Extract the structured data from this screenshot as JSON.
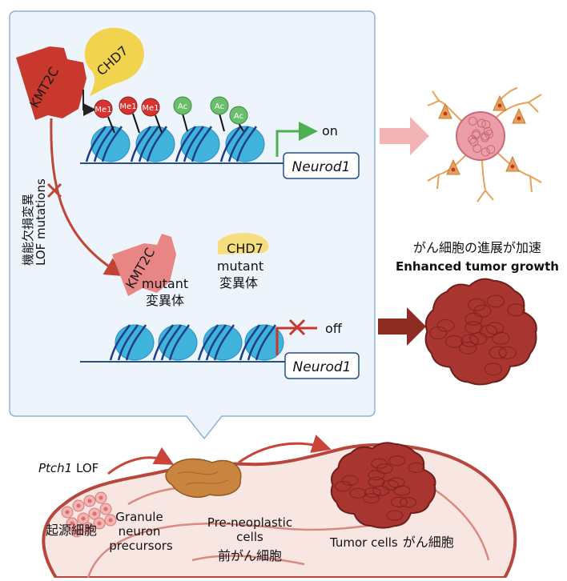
{
  "colors": {
    "panel_fill": "#eef4fb",
    "panel_stroke": "#8fb2d6",
    "kmt2c": "#c8382c",
    "kmt2c_mutant": "#e88585",
    "chd7": "#f2d34e",
    "chd7_mutant": "#f6dd7d",
    "me1": "#d9332f",
    "ac": "#6abf6a",
    "nucleosome": "#3fb3dc",
    "on_arrow": "#4caf50",
    "off_mark": "#c9362a",
    "tumor": "#a93530",
    "pink_arrow": "#f2b4b4",
    "dark_arrow": "#8e2b22",
    "brain_outline": "#b9463c",
    "brain_fill": "#f8e6e3"
  },
  "top": {
    "kmt2c_label": "KMT2C",
    "chd7_label": "CHD7",
    "me1_labels": [
      "Me1",
      "Me1",
      "Me1"
    ],
    "ac_labels": [
      "Ac",
      "Ac",
      "Ac"
    ],
    "on_label": "on",
    "gene_label": "Neurod1"
  },
  "lof": {
    "label_jp": "機能欠損変異",
    "label_en": "LOF mutations"
  },
  "bottom_panel": {
    "kmt2c_label": "KMT2C",
    "kmt2c_mutant_en": "mutant",
    "kmt2c_mutant_jp": "変異体",
    "chd7_label": "CHD7",
    "chd7_mutant_en": "mutant",
    "chd7_mutant_jp": "変異体",
    "off_label": "off",
    "gene_label": "Neurod1"
  },
  "outcome": {
    "enhanced_jp": "がん細胞の進展が加速",
    "enhanced_en": "Enhanced tumor growth"
  },
  "brain": {
    "ptch1_gene": "Ptch1",
    "ptch1_suffix": " LOF",
    "origin_jp": "起源細胞",
    "granule_line1": "Granule",
    "granule_line2": "neuron",
    "granule_line3": "precursors",
    "preneo_line1": "Pre-neoplastic",
    "preneo_line2": "cells",
    "preneo_jp": "前がん細胞",
    "tumor_en": "Tumor cells",
    "tumor_jp": "がん細胞"
  }
}
